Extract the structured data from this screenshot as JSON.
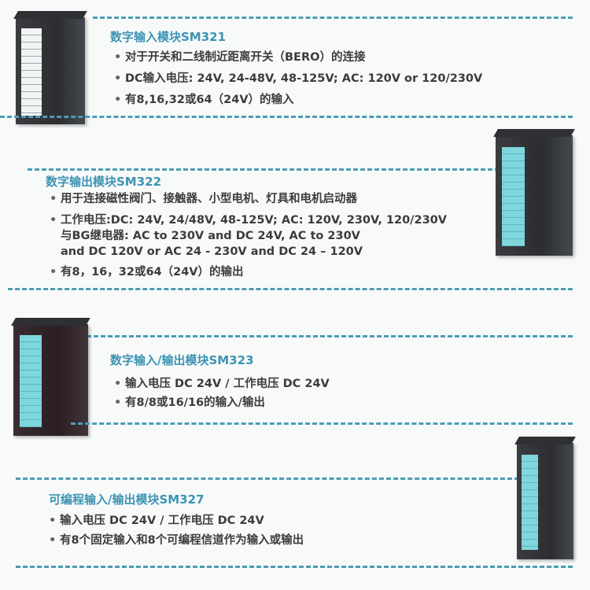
{
  "sections": [
    {
      "title": "数字输入模块SM321",
      "bullets": [
        "对于开关和二线制近距离开关（BERO）的连接",
        "DC输入电压: 24V, 24-48V, 48-125V; AC: 120V or 120/230V",
        "有8,16,32或64（24V）的输入"
      ]
    },
    {
      "title": "数字输出模块SM322",
      "bullets": [
        "用于连接磁性阀门、接触器、小型电机、灯具和电机启动器",
        "工作电压:DC: 24V, 24/48V, 48-125V; AC: 120V, 230V, 120/230V",
        "有8，16，32或64（24V）的输出"
      ],
      "bullet2_cont": [
        "与BG继电器: AC to 230V and DC 24V, AC to 230V",
        "and DC 120V or AC 24 - 230V and DC 24 – 120V"
      ]
    },
    {
      "title": "数字输入/输出模块SM323",
      "bullets": [
        "输入电压 DC 24V / 工作电压 DC 24V",
        "有8/8或16/16的输入/输出"
      ]
    },
    {
      "title": "可编程输入/输出模块SM327",
      "bullets": [
        "输入电压 DC 24V / 工作电压 DC 24V",
        "有8个固定输入和8个可编程信道作为输入或输出"
      ]
    }
  ],
  "colors": {
    "accent": "#3d93b3",
    "dash": "#4b9db6",
    "text": "#3c3c3c"
  }
}
